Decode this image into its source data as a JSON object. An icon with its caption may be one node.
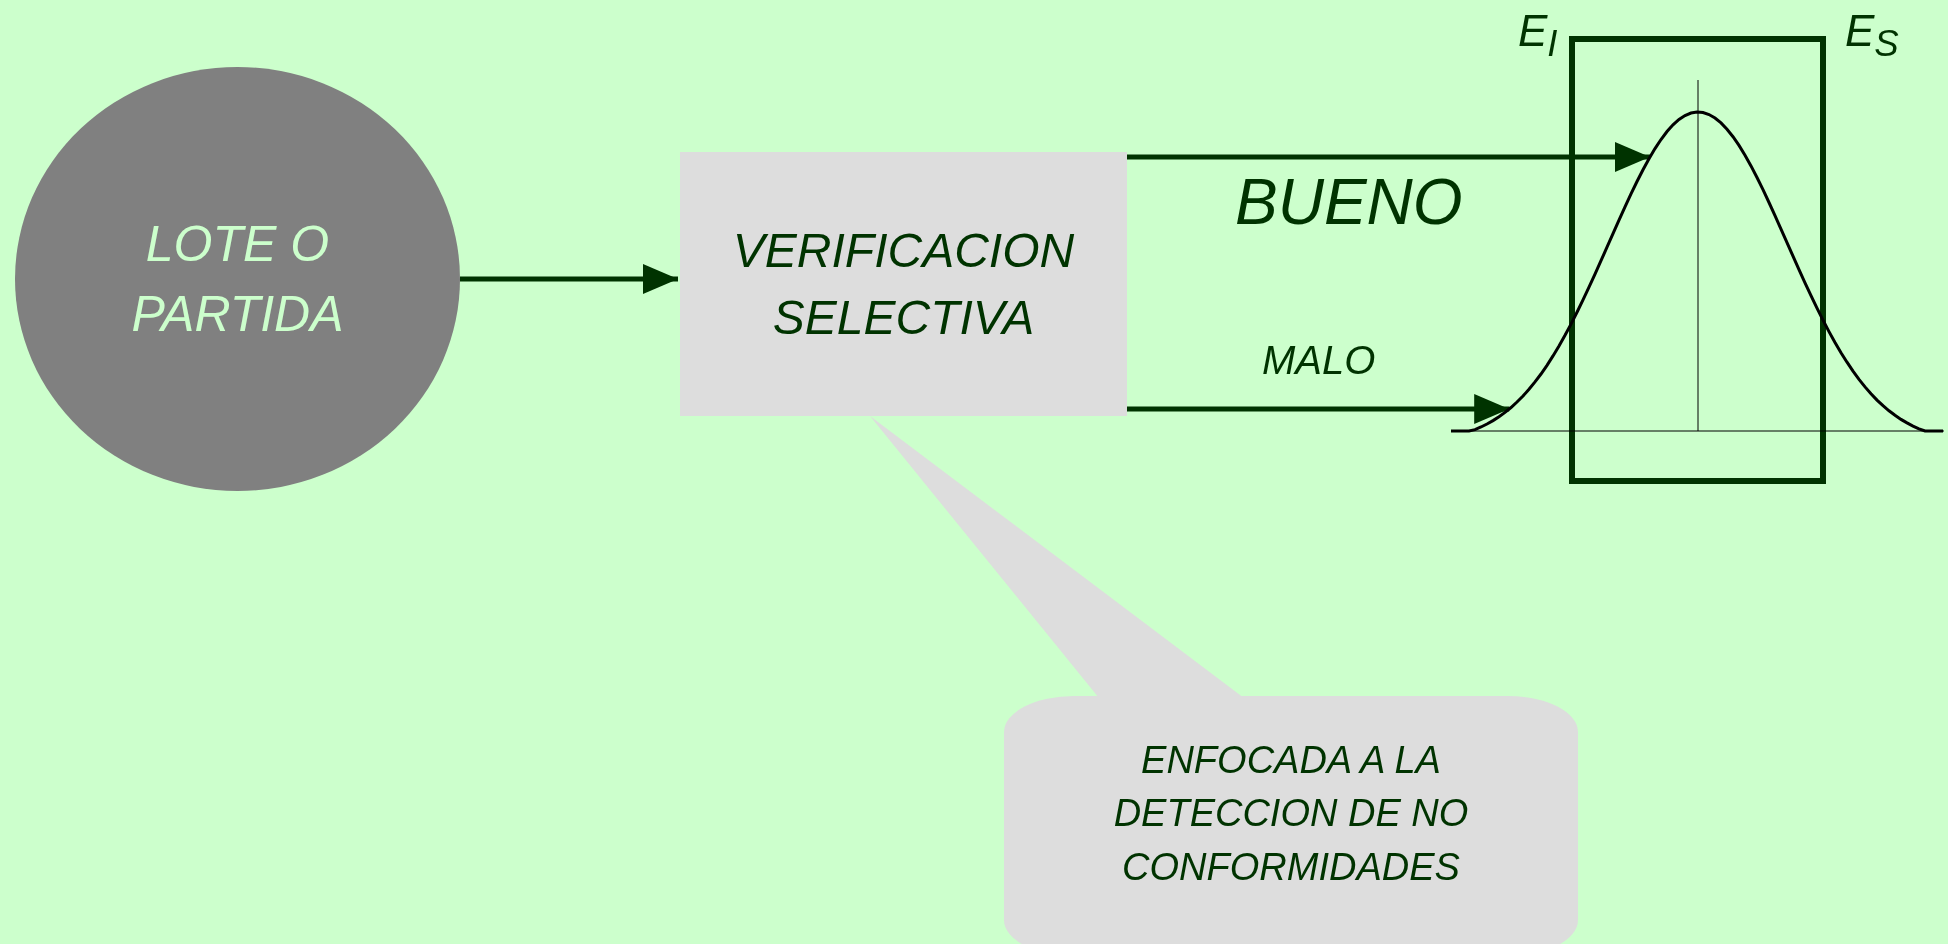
{
  "diagram": {
    "nodes": [
      {
        "text": [
          "LOTE O PARTIDA"
        ]
      },
      {
        "text": [
          "VERIFICACION SELECTIVA"
        ]
      },
      {
        "text": [
          "ENFOCADA A LA DETECCION DE NO CONFORMIDADES"
        ]
      },
      {
        "text": [],
        "shape": "picture"
      }
    ],
    "edges": [
      {
        "from": 0,
        "to": 1,
        "arrow": "to"
      },
      {
        "from": 1,
        "to": 3,
        "arrow": "to",
        "label": "BUENO"
      },
      {
        "from": 1,
        "to": 3,
        "arrow": "to",
        "label": "MALO"
      },
      {
        "from": 2,
        "to": 1,
        "arrow": "none"
      }
    ],
    "labels": [
      "E$_{I}$",
      "E$_{S}$"
    ]
  }
}
